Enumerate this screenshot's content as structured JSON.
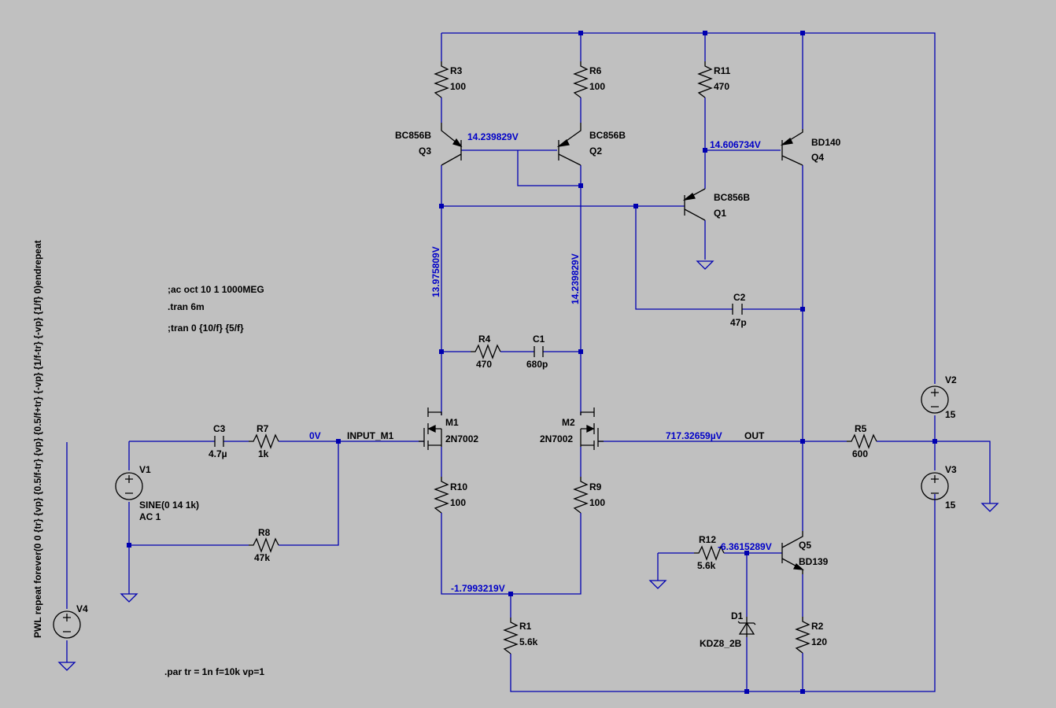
{
  "colors": {
    "background": "#c0c0c0",
    "wire": "#0000b0",
    "component": "#000000",
    "node_voltage": "#0000c8"
  },
  "components": {
    "r3": {
      "name": "R3",
      "value": "100"
    },
    "r6": {
      "name": "R6",
      "value": "100"
    },
    "r11": {
      "name": "R11",
      "value": "470"
    },
    "q3": {
      "name": "Q3",
      "model": "BC856B"
    },
    "q2": {
      "name": "Q2",
      "model": "BC856B"
    },
    "q4": {
      "name": "Q4",
      "model": "BD140"
    },
    "q1": {
      "name": "Q1",
      "model": "BC856B"
    },
    "c2": {
      "name": "C2",
      "value": "47p"
    },
    "r4": {
      "name": "R4",
      "value": "470"
    },
    "c1": {
      "name": "C1",
      "value": "680p"
    },
    "m1": {
      "name": "M1",
      "model": "2N7002"
    },
    "m2": {
      "name": "M2",
      "model": "2N7002"
    },
    "c3": {
      "name": "C3",
      "value": "4.7µ"
    },
    "r7": {
      "name": "R7",
      "value": "1k"
    },
    "r8": {
      "name": "R8",
      "value": "47k"
    },
    "v1": {
      "name": "V1",
      "value": "SINE(0 14 1k)",
      "ac": "AC 1"
    },
    "r10": {
      "name": "R10",
      "value": "100"
    },
    "r9": {
      "name": "R9",
      "value": "100"
    },
    "r1": {
      "name": "R1",
      "value": "5.6k"
    },
    "r5": {
      "name": "R5",
      "value": "600"
    },
    "v2": {
      "name": "V2",
      "value": "15"
    },
    "v3": {
      "name": "V3",
      "value": "15"
    },
    "r12": {
      "name": "R12",
      "value": "5.6k"
    },
    "q5": {
      "name": "Q5",
      "model": "BD139"
    },
    "d1": {
      "name": "D1",
      "model": "KDZ8_2B"
    },
    "r2": {
      "name": "R2",
      "value": "120"
    },
    "v4": {
      "name": "V4",
      "value": "PWL repeat forever(0 0 {tr} {vp} {0.5/f-tr} {vp} {0.5/f+tr} {-vp} {1/f-tr} {-vp} {1/f} 0)endrepeat"
    }
  },
  "node_voltages": {
    "q3_base": "14.239829V",
    "q4_base": "14.606734V",
    "m1_drain": "13.975809V",
    "m2_drain": "14.239829V",
    "input": "0V",
    "out": "717.32659µV",
    "sources": "-1.7993219V",
    "q5_base": "-6.3615289V"
  },
  "net_labels": {
    "input": "INPUT_M1",
    "out": "OUT"
  },
  "directives": {
    "ac": ";ac oct 10 1 1000MEG",
    "tran": ".tran 6m",
    "tran_alt": ";tran 0 {10/f} {5/f}",
    "param": ".par tr = 1n f=10k vp=1"
  }
}
